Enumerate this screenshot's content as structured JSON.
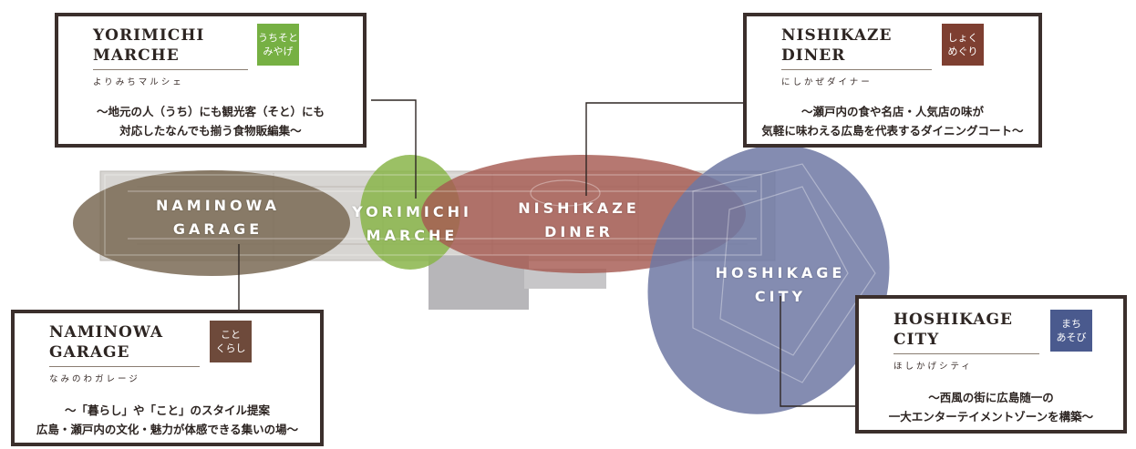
{
  "zones": {
    "naminowa": {
      "line1": "NAMINOWA",
      "line2": "GARAGE"
    },
    "yorimichi": {
      "line1": "YORIMICHI",
      "line2": "MARCHE"
    },
    "nishikaze": {
      "line1": "NISHIKAZE",
      "line2": "DINER"
    },
    "hoshikage": {
      "line1": "HOSHIKAGE",
      "line2": "CITY"
    }
  },
  "boxes": {
    "yorimichi": {
      "title1": "YORIMICHI",
      "title2": "MARCHE",
      "sub": "よりみちマルシェ",
      "badge1": "うちそと",
      "badge2": "みやげ",
      "desc1": "～地元の人（うち）にも観光客（そと）にも",
      "desc2": "対応したなんでも揃う食物販編集～"
    },
    "nishikaze": {
      "title1": "NISHIKAZE",
      "title2": "DINER",
      "sub": "にしかぜダイナー",
      "badge1": "しょく",
      "badge2": "めぐり",
      "desc1": "～瀬戸内の食や名店・人気店の味が",
      "desc2": "気軽に味わえる広島を代表するダイニングコート～"
    },
    "naminowa": {
      "title1": "NAMINOWA",
      "title2": "GARAGE",
      "sub": "なみのわガレージ",
      "badge1": "こと",
      "badge2": "くらし",
      "desc1": "～「暮らし」や「こと」のスタイル提案",
      "desc2": "広島・瀬戸内の文化・魅力が体感できる集いの場～"
    },
    "hoshikage": {
      "title1": "HOSHIKAGE",
      "title2": "CITY",
      "sub": "ほしかげシティ",
      "badge1": "まち",
      "badge2": "あそび",
      "desc1": "～西風の街に広島随一の",
      "desc2": "一大エンターテイメントゾーンを構築～"
    }
  },
  "colors": {
    "naminowa": "#7a6a55",
    "yorimichi": "#8ab54a",
    "nishikaze": "#a65a52",
    "hoshikage": "#6f78a3",
    "badge_yorimichi": "#76b043",
    "badge_nishikaze": "#7e3f31",
    "badge_naminowa": "#6e4a3b",
    "badge_hoshikage": "#4a5a8e",
    "border": "#3b2f2c"
  }
}
